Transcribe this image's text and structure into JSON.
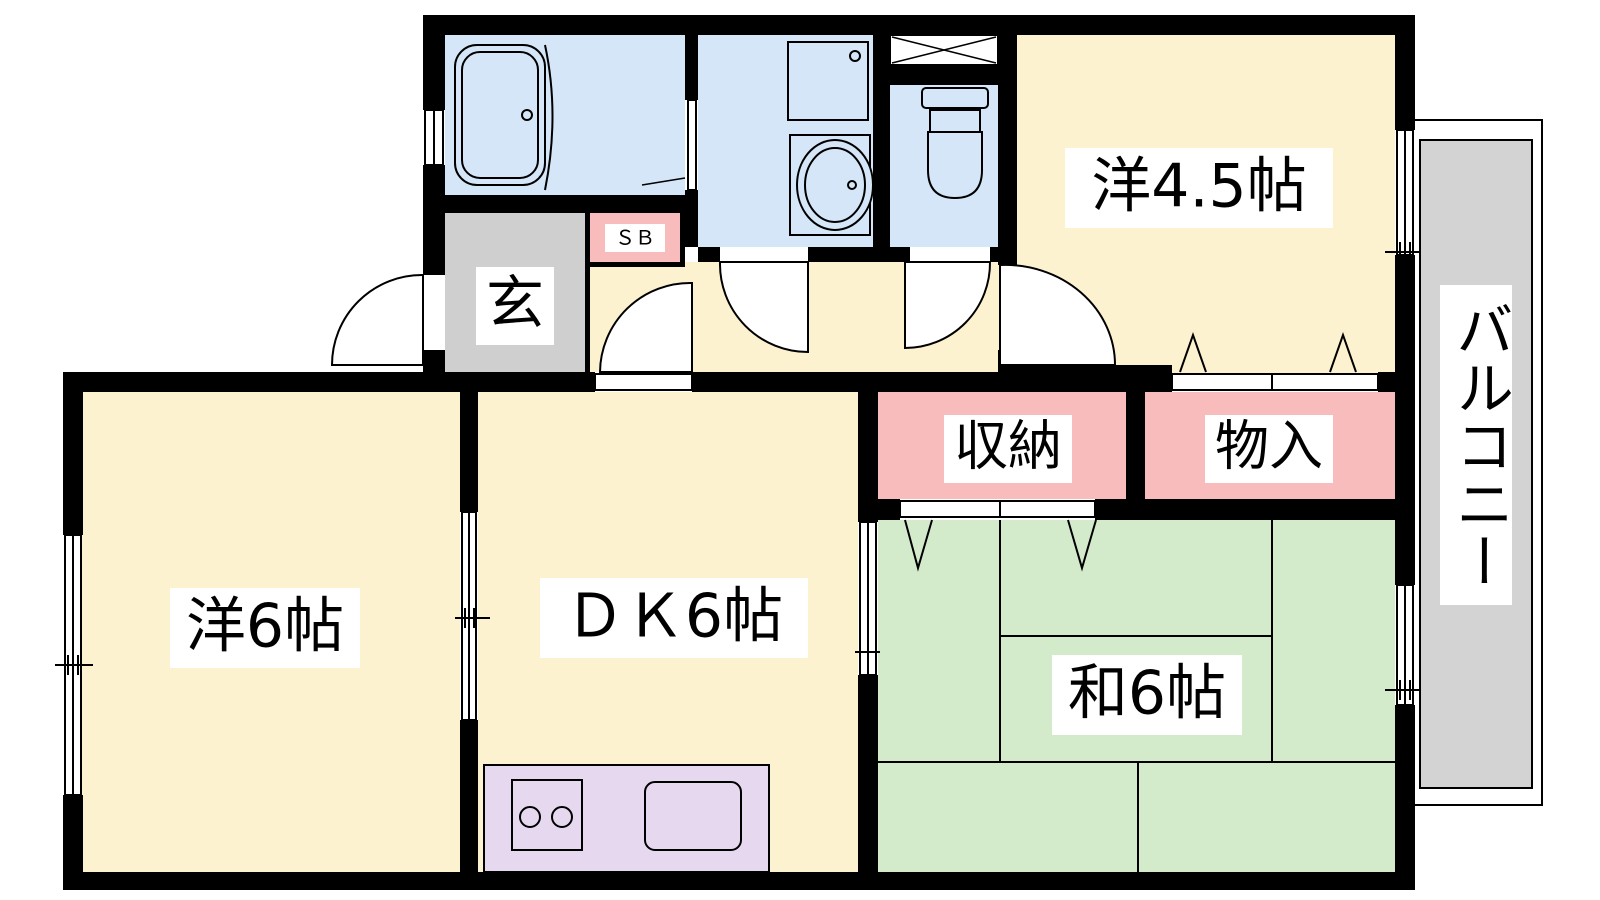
{
  "rooms": {
    "western_small": "洋4.5帖",
    "western_large": "洋6帖",
    "dining_kitchen": "ＤＫ6帖",
    "japanese": "和6帖",
    "entrance": "玄",
    "shoe_box": "ＳＢ",
    "storage": "収納",
    "closet": "物入",
    "balcony": "バルコニー"
  },
  "colors": {
    "western": "#fdf2d0",
    "wet_area": "#d4e6f7",
    "entrance": "#cfcfcf",
    "storage": "#f9bcbc",
    "tatami": "#d3eacb",
    "kitchen": "#e6d9ef",
    "balcony": "#d3d3d3",
    "wall": "#000000"
  }
}
